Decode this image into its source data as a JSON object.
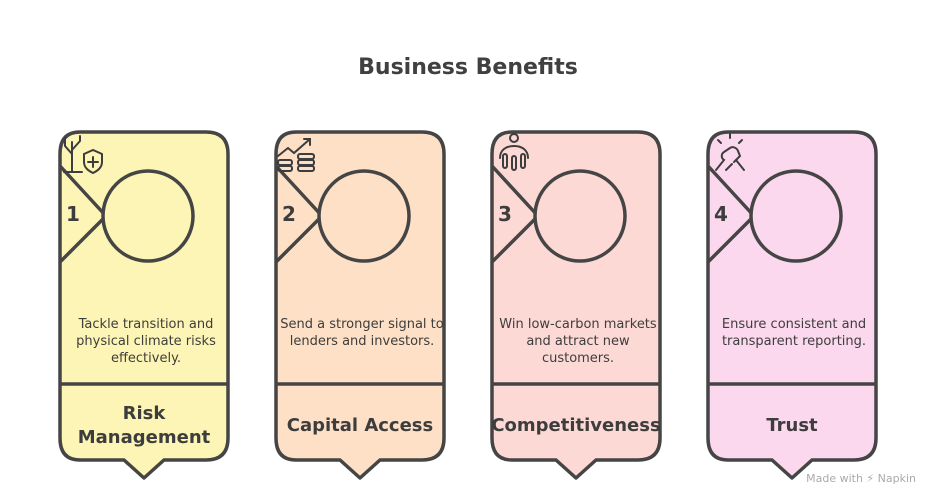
{
  "title": "Business Benefits",
  "cards": [
    {
      "number": "1",
      "icon": "tree-shield-icon",
      "description": "Tackle transition and physical climate risks effectively.",
      "label": "Risk Management",
      "color": "#fdf5b5"
    },
    {
      "number": "2",
      "icon": "growth-coins-icon",
      "description": "Send a stronger signal to lenders and investors.",
      "label": "Capital Access",
      "color": "#fde0c6"
    },
    {
      "number": "3",
      "icon": "team-table-icon",
      "description": "Win low-carbon markets and attract new customers.",
      "label": "Competitiveness",
      "color": "#fdd9d6"
    },
    {
      "number": "4",
      "icon": "handshake-icon",
      "description": "Ensure consistent and transparent reporting.",
      "label": "Trust",
      "color": "#fcd8ef"
    }
  ],
  "footer": "Made with ⚡ Napkin"
}
